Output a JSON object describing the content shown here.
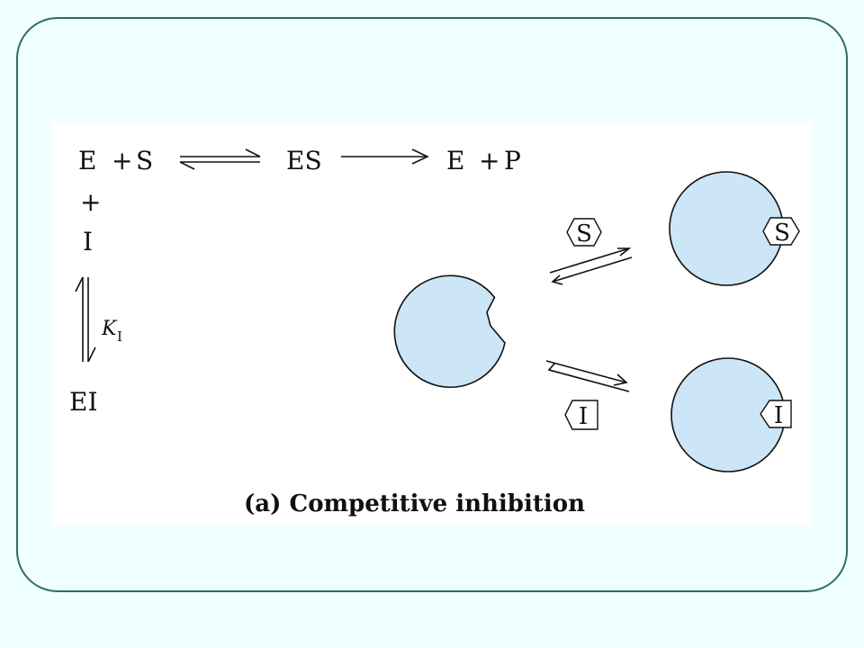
{
  "scheme": {
    "e": "E",
    "plus": "+",
    "s": "S",
    "es": "ES",
    "p": "P",
    "i": "I",
    "ki_k": "K",
    "ki_sub": "I",
    "ei": "EI"
  },
  "cartoon": {
    "substrate_label": "S",
    "inhibitor_label": "I"
  },
  "caption": "(a) Competitive inhibition",
  "colors": {
    "background": "#F0FFFF",
    "frame_border": "#2E6B6B",
    "enzyme_fill": "#CCE5F7",
    "stroke": "#111111"
  }
}
